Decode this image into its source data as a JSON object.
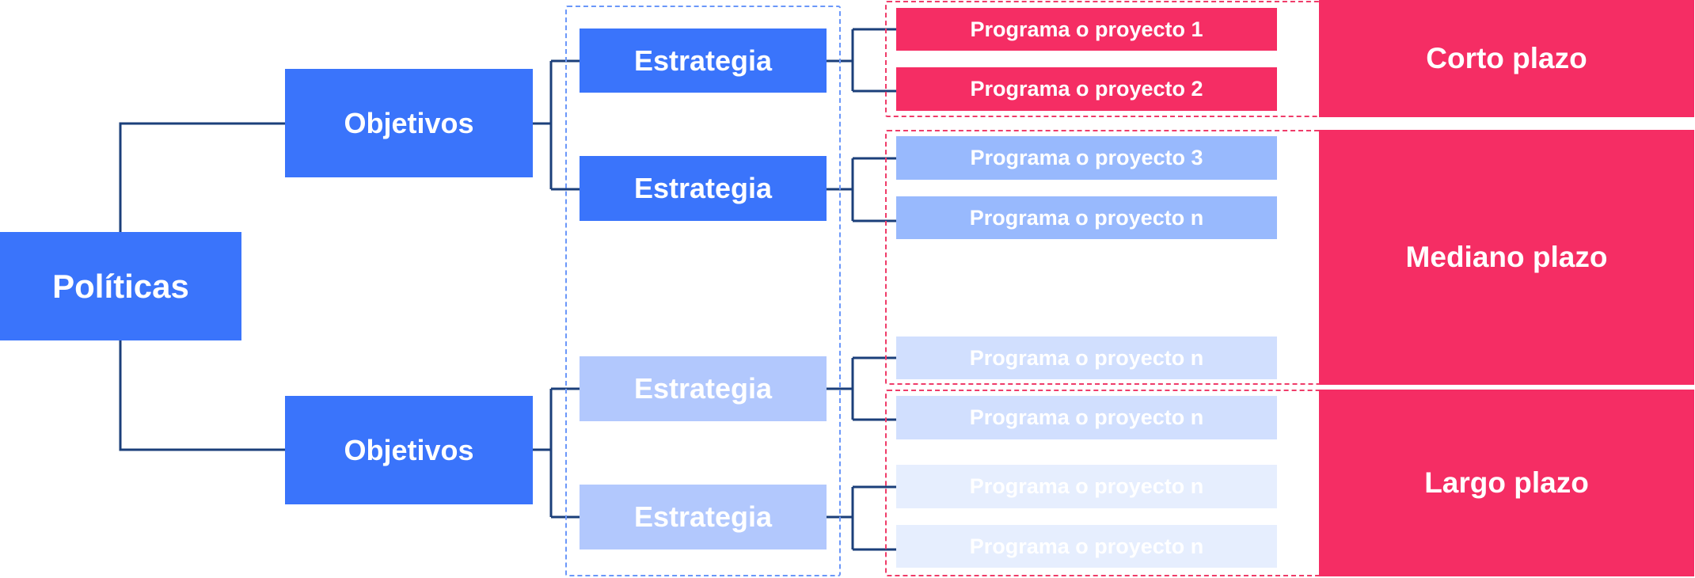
{
  "diagram": {
    "root": "Políticas",
    "objectives": [
      "Objetivos",
      "Objetivos"
    ],
    "strategies": [
      "Estrategia",
      "Estrategia",
      "Estrategia",
      "Estrategia"
    ],
    "programs": [
      "Programa o proyecto 1",
      "Programa o proyecto 2",
      "Programa o proyecto 3",
      "Programa o proyecto n",
      "Programa o proyecto n",
      "Programa o proyecto n",
      "Programa o proyecto n",
      "Programa o proyecto n"
    ],
    "terms": [
      "Corto plazo",
      "Mediano plazo",
      "Largo plazo"
    ]
  },
  "colors": {
    "primary_blue": "#3a74fb",
    "faded_blue": "#b2c8fd",
    "accent_pink": "#f52d64",
    "connector": "#1b3f7a",
    "program_light_1": "#98b9fd",
    "program_light_2": "#d1dffe",
    "program_light_3": "#e6eefe"
  }
}
